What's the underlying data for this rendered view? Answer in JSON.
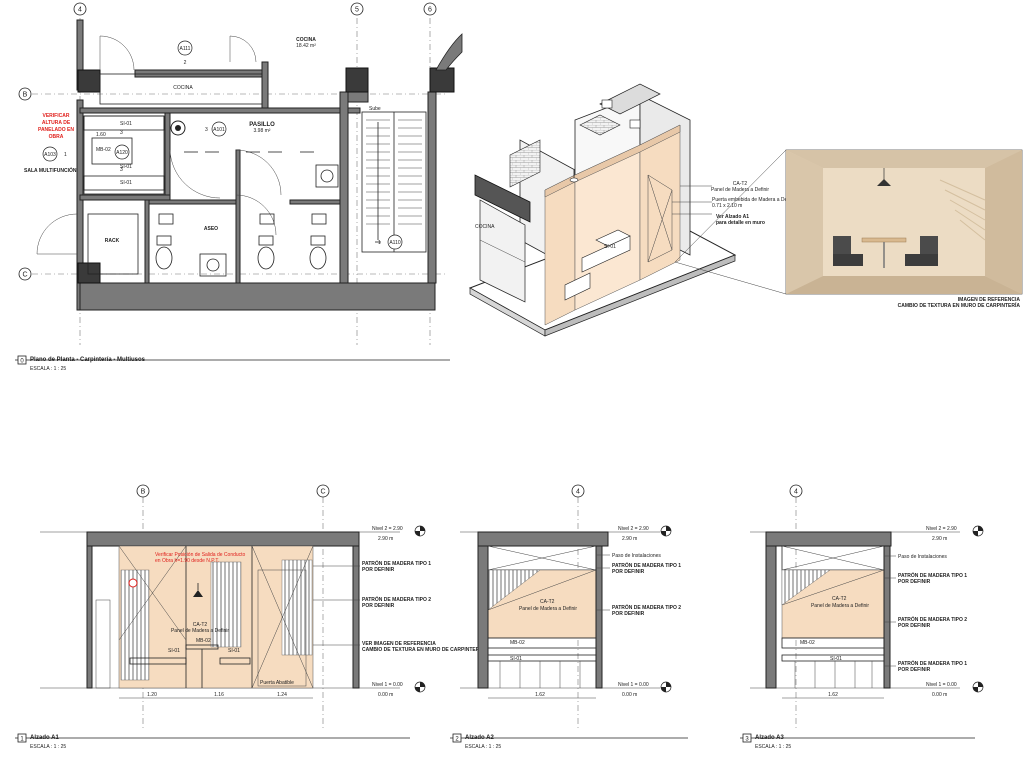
{
  "grid": {
    "g4": "4",
    "g5": "5",
    "g6": "6",
    "gB": "B",
    "gC": "C"
  },
  "plan": {
    "cocina_room": "COCINA",
    "cocina_area": "18.42 m²",
    "cocina_small": "COCINA",
    "warning": [
      "VERIFICAR",
      "ALTURA DE",
      "PANELADO EN",
      "OBRA"
    ],
    "sala": "SALA MULTIFUNCIÓN",
    "pasillo": "PASILLO",
    "pasillo_area": "3.98 m²",
    "aseo": "ASEO",
    "rack": "RACK",
    "sube": "Sube",
    "mb02": "MB-02",
    "ml01a": "SI-01",
    "ml01b": "SI-01",
    "ml01c": "SI-01",
    "dim_160": "1.60",
    "dim_3a": "3",
    "dim_3b": "3",
    "dim_2": "2",
    "tags": {
      "a111": "A111",
      "a120": "A120",
      "a103": "A103",
      "a101": "A101",
      "a110": "A110"
    },
    "tag_nums": {
      "n2": "2",
      "n1": "1",
      "n3": "3",
      "n1b": "1"
    },
    "title": "Plano de Planta - Carpintería - Multiusos",
    "scale": "ESCALA : 1 : 25",
    "num": "0"
  },
  "iso": {
    "cocina": "COCINA",
    "si01": "SI-01",
    "ca_label": "CA-T2",
    "ca_desc": "Panel de Madera a Definir",
    "puerta": "Puerta embebida de Madera a Definir",
    "puerta_dim": "0.71 x 2.10 m",
    "ver_1": "Ver Alzado A1",
    "ver_2": "para detalle en muro"
  },
  "ref": {
    "line1": "IMAGEN DE REFERENCIA",
    "line2": "CAMBIO DE TEXTURA EN MURO DE CARPINTERÍA"
  },
  "a1": {
    "gridB": "B",
    "gridC": "C",
    "nivel2": "Nivel 2 = 2.90",
    "nivel2m": "2.90 m",
    "nivel1": "Nivel 1 = 0.00",
    "nivel1m": "0.00 m",
    "warn1": "Verificar Posición de Salida de Conducto",
    "warn2": "en Obra h=1.90 desde N.P.T.",
    "pat1a": "PATRÓN DE MADERA TIPO 1",
    "pat1b": "POR DEFINIR",
    "pat2a": "PATRÓN DE MADERA TIPO 2",
    "pat2b": "POR DEFINIR",
    "vera": "VER IMAGEN DE REFERENCIA",
    "verb": "CAMBIO DE TEXTURA EN MURO DE CARPINTERÍA",
    "ca": "CA-T2",
    "cadesc": "Panel de Madera a Definir",
    "mb": "MB-02",
    "si1": "SI-01",
    "si2": "SI-01",
    "puerta": "Puerta Abatible",
    "d1": "1.20",
    "d2": "1.16",
    "d3": "1.24",
    "title": "Alzado A1",
    "scale": "ESCALA : 1 : 25",
    "num": "1"
  },
  "a2": {
    "grid": "4",
    "nivel2": "Nivel 2 = 2.90",
    "nivel2m": "2.90 m",
    "nivel1": "Nivel 1 = 0.00",
    "nivel1m": "0.00 m",
    "paso": "Paso de Instalaciones",
    "pat1a": "PATRÓN DE MADERA TIPO 1",
    "pat1b": "POR DEFINIR",
    "pat2a": "PATRÓN DE MADERA TIPO 2",
    "pat2b": "POR DEFINIR",
    "ca": "CA-T2",
    "cadesc": "Panel de Madera a Definir",
    "mb": "MB-02",
    "si": "SI-01",
    "d1": "1.62",
    "title": "Alzado A2",
    "scale": "ESCALA : 1 : 25",
    "num": "2"
  },
  "a3": {
    "grid": "4",
    "nivel2": "Nivel 2 = 2.90",
    "nivel2m": "2.90 m",
    "nivel1": "Nivel 1 = 0.00",
    "nivel1m": "0.00 m",
    "paso": "Paso de Instalaciones",
    "pat1a": "PATRÓN DE MADERA TIPO 1",
    "pat1b": "POR DEFINIR",
    "pat2a": "PATRÓN DE MADERA TIPO 2",
    "pat2b": "POR DEFINIR",
    "pat3a": "PATRÓN DE MADERA TIPO 1",
    "pat3b": "POR DEFINIR",
    "ca": "CA-T2",
    "cadesc": "Panel de Madera a Definir",
    "mb": "MB-02",
    "si": "SI-01",
    "d1": "1.62",
    "title": "Alzado A3",
    "scale": "ESCALA : 1 : 25",
    "num": "3"
  }
}
